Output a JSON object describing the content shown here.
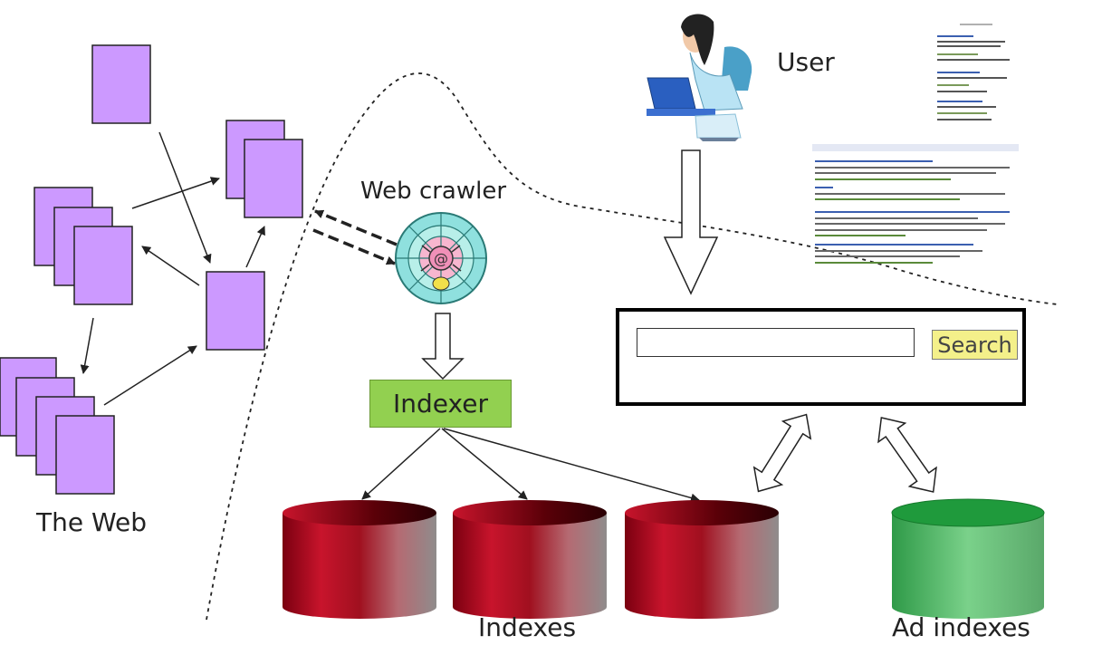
{
  "labels": {
    "the_web": "The Web",
    "web_crawler": "Web crawler",
    "user": "User",
    "indexer": "Indexer",
    "indexes": "Indexes",
    "ad_indexes": "Ad indexes"
  },
  "search": {
    "button_label": "Search",
    "input_value": ""
  },
  "colors": {
    "web_page": "#cc99ff",
    "indexer": "#92d050",
    "index_cylinder": "#b0102a",
    "ad_index_cylinder": "#5fbf6f",
    "search_button": "#f4f08a"
  }
}
